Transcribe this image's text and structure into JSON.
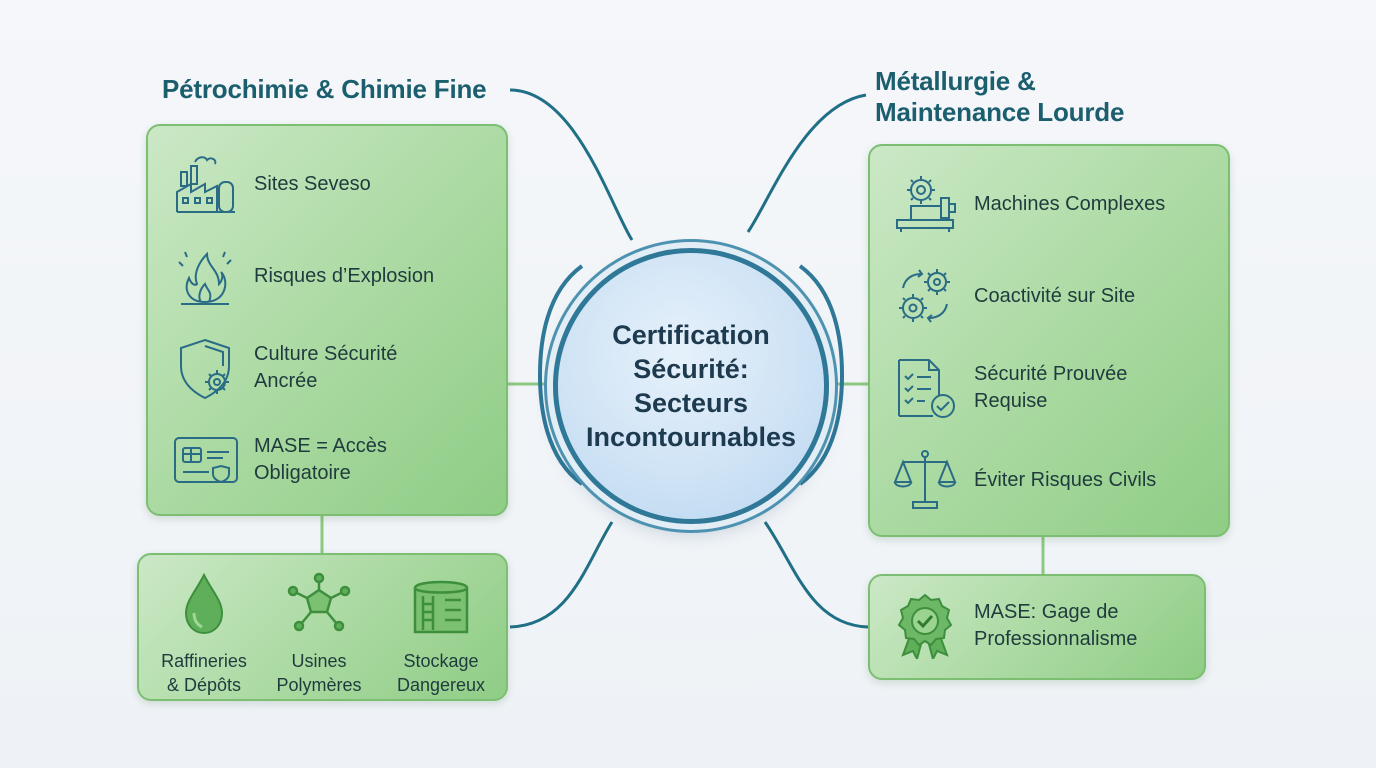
{
  "hub": {
    "line1": "Certification",
    "line2": "Sécurité:",
    "line3": "Secteurs",
    "line4": "Incontournables"
  },
  "left": {
    "title": "Pétrochimie & Chimie Fine",
    "items": [
      {
        "line1": "Sites Seveso",
        "line2": "",
        "icon": "factory-icon"
      },
      {
        "line1": "Risques d’Explosion",
        "line2": "",
        "icon": "flame-icon"
      },
      {
        "line1": "Culture Sécurité",
        "line2": "Ancrée",
        "icon": "shield-gear-icon"
      },
      {
        "line1": "MASE = Accès",
        "line2": "Obligatoire",
        "icon": "access-card-icon"
      }
    ],
    "sectors": [
      {
        "line1": "Raffineries",
        "line2": "& Dépôts",
        "icon": "oil-drop-icon"
      },
      {
        "line1": "Usines",
        "line2": "Polymères",
        "icon": "molecule-icon"
      },
      {
        "line1": "Stockage",
        "line2": "Dangereux",
        "icon": "storage-tank-icon"
      }
    ]
  },
  "right": {
    "title_line1": "Métallurgie &",
    "title_line2": "Maintenance Lourde",
    "items": [
      {
        "line1": "Machines Complexes",
        "line2": "",
        "icon": "machine-gear-icon"
      },
      {
        "line1": "Coactivité sur Site",
        "line2": "",
        "icon": "gears-cycle-icon"
      },
      {
        "line1": "Sécurité Prouvée",
        "line2": "Requise",
        "icon": "checklist-icon"
      },
      {
        "line1": "Éviter Risques Civils",
        "line2": "",
        "icon": "balance-scale-icon"
      }
    ],
    "badge": {
      "line1": "MASE: Gage de",
      "line2": "Professionnalisme",
      "icon": "award-badge-icon"
    }
  },
  "colors": {
    "title": "#1b5e6e",
    "connector": "#1f6f86",
    "panel_border": "#7cbf73",
    "icon_stroke": "#2a6c86",
    "icon_green": "#3d8f3d"
  }
}
